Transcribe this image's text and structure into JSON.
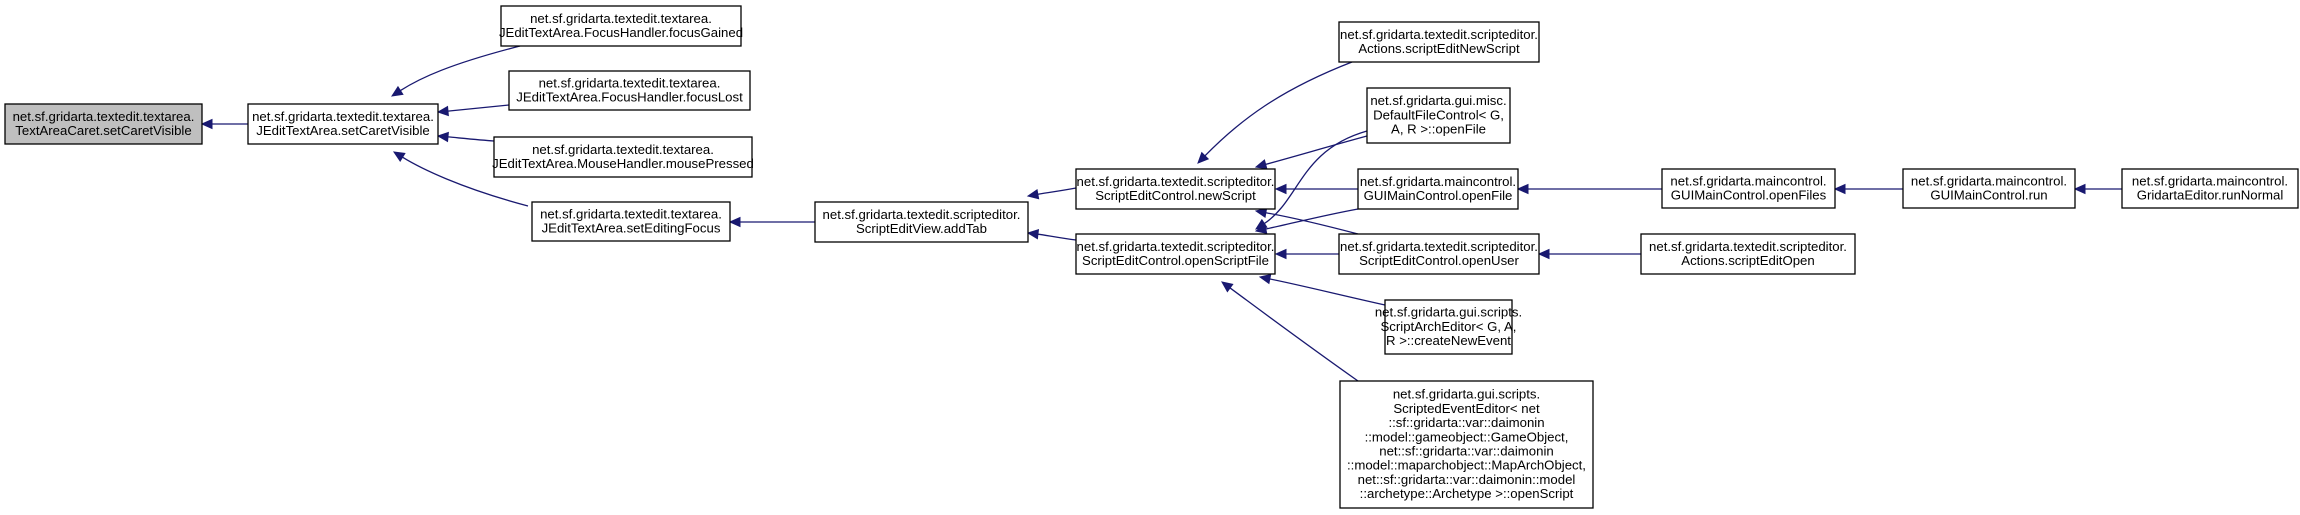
{
  "diagram": {
    "type": "call-graph",
    "direction": "right-to-left",
    "colors": {
      "edge": "#191970",
      "root_fill": "#bfbfbf",
      "node_fill": "#ffffff",
      "node_border": "#000000"
    },
    "nodes": [
      {
        "id": "n0",
        "root": true,
        "lines": [
          "net.sf.gridarta.textedit.textarea.",
          "TextAreaCaret.setCaretVisible"
        ]
      },
      {
        "id": "n1",
        "lines": [
          "net.sf.gridarta.textedit.textarea.",
          "JEditTextArea.setCaretVisible"
        ]
      },
      {
        "id": "n2",
        "lines": [
          "net.sf.gridarta.textedit.textarea.",
          "JEditTextArea.FocusHandler.focusGained"
        ]
      },
      {
        "id": "n3",
        "lines": [
          "net.sf.gridarta.textedit.textarea.",
          "JEditTextArea.FocusHandler.focusLost"
        ]
      },
      {
        "id": "n4",
        "lines": [
          "net.sf.gridarta.textedit.textarea.",
          "JEditTextArea.MouseHandler.mousePressed"
        ]
      },
      {
        "id": "n5",
        "lines": [
          "net.sf.gridarta.textedit.textarea.",
          "JEditTextArea.setEditingFocus"
        ]
      },
      {
        "id": "n6",
        "lines": [
          "net.sf.gridarta.textedit.scripteditor.",
          "ScriptEditView.addTab"
        ]
      },
      {
        "id": "n7",
        "lines": [
          "net.sf.gridarta.textedit.scripteditor.",
          "ScriptEditControl.newScript"
        ]
      },
      {
        "id": "n8",
        "lines": [
          "net.sf.gridarta.textedit.scripteditor.",
          "ScriptEditControl.openScriptFile"
        ]
      },
      {
        "id": "n9",
        "lines": [
          "net.sf.gridarta.textedit.scripteditor.",
          "Actions.scriptEditNewScript"
        ]
      },
      {
        "id": "n10",
        "lines": [
          "net.sf.gridarta.gui.misc.",
          "DefaultFileControl< G,",
          "A, R >::openFile"
        ]
      },
      {
        "id": "n11",
        "lines": [
          "net.sf.gridarta.maincontrol.",
          "GUIMainControl.openFile"
        ]
      },
      {
        "id": "n12",
        "lines": [
          "net.sf.gridarta.textedit.scripteditor.",
          "ScriptEditControl.openUser"
        ]
      },
      {
        "id": "n13",
        "lines": [
          "net.sf.gridarta.gui.scripts.",
          "ScriptArchEditor< G, A,",
          "R >::createNewEvent"
        ]
      },
      {
        "id": "n14",
        "lines": [
          "net.sf.gridarta.gui.scripts.",
          "ScriptedEventEditor< net",
          "::sf::gridarta::var::daimonin",
          "::model::gameobject::GameObject,",
          " net::sf::gridarta::var::daimonin",
          "::model::maparchobject::MapArchObject,",
          " net::sf::gridarta::var::daimonin::model",
          "::archetype::Archetype >::openScript"
        ]
      },
      {
        "id": "n15",
        "lines": [
          "net.sf.gridarta.maincontrol.",
          "GUIMainControl.openFiles"
        ]
      },
      {
        "id": "n16",
        "lines": [
          "net.sf.gridarta.textedit.scripteditor.",
          "Actions.scriptEditOpen"
        ]
      },
      {
        "id": "n17",
        "lines": [
          "net.sf.gridarta.maincontrol.",
          "GUIMainControl.run"
        ]
      },
      {
        "id": "n18",
        "lines": [
          "net.sf.gridarta.maincontrol.",
          "GridartaEditor.runNormal"
        ]
      }
    ],
    "edges": [
      {
        "from": "n1",
        "to": "n0"
      },
      {
        "from": "n2",
        "to": "n1"
      },
      {
        "from": "n3",
        "to": "n1"
      },
      {
        "from": "n4",
        "to": "n1"
      },
      {
        "from": "n5",
        "to": "n1"
      },
      {
        "from": "n6",
        "to": "n5"
      },
      {
        "from": "n7",
        "to": "n6"
      },
      {
        "from": "n8",
        "to": "n6"
      },
      {
        "from": "n9",
        "to": "n7"
      },
      {
        "from": "n10",
        "to": "n7"
      },
      {
        "from": "n11",
        "to": "n7"
      },
      {
        "from": "n12",
        "to": "n7"
      },
      {
        "from": "n10",
        "to": "n8"
      },
      {
        "from": "n11",
        "to": "n8"
      },
      {
        "from": "n12",
        "to": "n8"
      },
      {
        "from": "n13",
        "to": "n8"
      },
      {
        "from": "n14",
        "to": "n8"
      },
      {
        "from": "n15",
        "to": "n11"
      },
      {
        "from": "n16",
        "to": "n12"
      },
      {
        "from": "n17",
        "to": "n15"
      },
      {
        "from": "n18",
        "to": "n17"
      }
    ]
  }
}
